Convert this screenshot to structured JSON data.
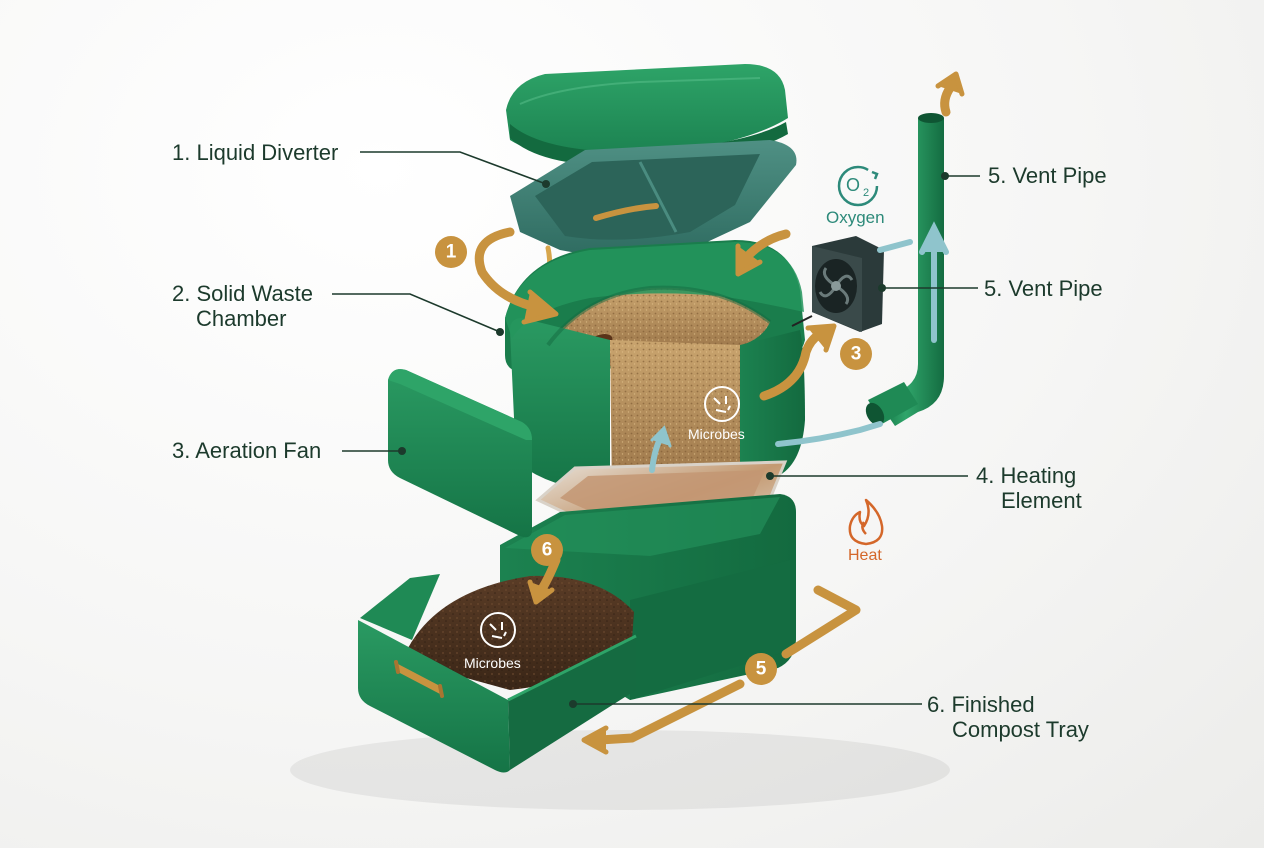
{
  "labels": {
    "liquid_diverter": "1. Liquid Diverter",
    "solid_chamber": [
      "2. Solid Waste",
      "Chamber"
    ],
    "aeration_fan": "3. Aeration Fan",
    "vent_pipe_top": "5. Vent Pipe",
    "vent_pipe_fan": "5. Vent Pipe",
    "heating_element": [
      "4. Heating",
      "Element"
    ],
    "compost_tray": [
      "6. Finished",
      "Compost Tray"
    ]
  },
  "tags": {
    "oxygen": "Oxygen",
    "oxygen_symbol": "O",
    "oxygen_sub": "2",
    "heat": "Heat",
    "microbes_chamber": "Microbes",
    "microbes_tray": "Microbes"
  },
  "badges": [
    "1",
    "3",
    "6",
    "5"
  ],
  "colors": {
    "body_green": "#1f8a55",
    "dark_green": "#156b41",
    "diverter_teal": "#3f7f73",
    "accent_gold": "#c8933f",
    "label_text": "#1c3a2c",
    "oxygen_teal": "#2d8a7a",
    "heat_orange": "#d4672a",
    "airflow_blue": "#8fc4cc"
  },
  "icons": [
    "oxygen-icon",
    "flame-icon",
    "microbe-icon",
    "fan-icon",
    "airflow-arrow-icon",
    "flow-arrow-icon"
  ]
}
